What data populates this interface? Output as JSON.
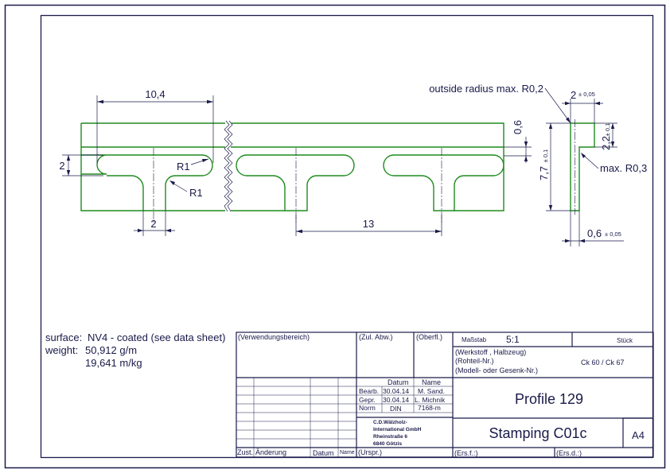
{
  "drawing": {
    "dimensions": {
      "pitch_small": "10,4",
      "slot_width": "2",
      "gap_width": "2",
      "radius_r1_upper": "R1",
      "radius_r1_lower": "R1",
      "pitch_large": "13",
      "thickness_top": "0,6",
      "side_width": "2",
      "side_width_tol": "± 0,05",
      "side_step": "2,2",
      "side_step_tol": "± 0,1",
      "side_height": "7,7",
      "side_height_tol": "± 0,1",
      "side_thickness": "0,6",
      "side_thickness_tol": "± 0,05",
      "outside_radius_note": "outside radius max. R0,2",
      "max_radius_note": "max. R0,3"
    },
    "notes": {
      "surface_label": "surface:",
      "surface_value": "NV4 - coated (see data sheet)",
      "weight_label": "weight:",
      "weight_1": "50,912 g/m",
      "weight_2": "19,641 m/kg"
    }
  },
  "title_block": {
    "verwendungsbereich": "(Verwendungsbereich)",
    "zul_abw": "(Zul. Abw.)",
    "oberfl": "(Oberfl.)",
    "massstab_label": "Maßstab",
    "massstab_value": "5:1",
    "stueck": "Stück",
    "werkstoff": "(Werkstoff , Halbzeug)",
    "rohteil": "(Rohteil-Nr.)",
    "modell": "(Modell- oder Gesenk-Nr.)",
    "material": "Ck 60 / Ck 67",
    "datum_header": "Datum",
    "name_header": "Name",
    "bearb_label": "Bearb.",
    "bearb_date": "30.04.14",
    "bearb_name": "M. Sand.",
    "gepr_label": "Gepr.",
    "gepr_date": "30.04.14",
    "gepr_name": "L. Michnik",
    "norm_label": "Norm",
    "norm_value": "DIN",
    "norm_number": "7168-m",
    "title": "Profile 129",
    "company_line1": "C.D.Wälzholz-",
    "company_line2": "International GmbH",
    "company_line3": "Rheinstraße 6",
    "company_line4": "6840 Götzis",
    "drawing_title": "Stamping C01c",
    "format": "A4",
    "zust": "Zust.",
    "aenderung": "Änderung",
    "datum": "Datum",
    "name": "Name",
    "urspr": "(Urspr.)",
    "ersf": "(Ers.f.:)",
    "ersd": "(Ers.d.:)"
  }
}
